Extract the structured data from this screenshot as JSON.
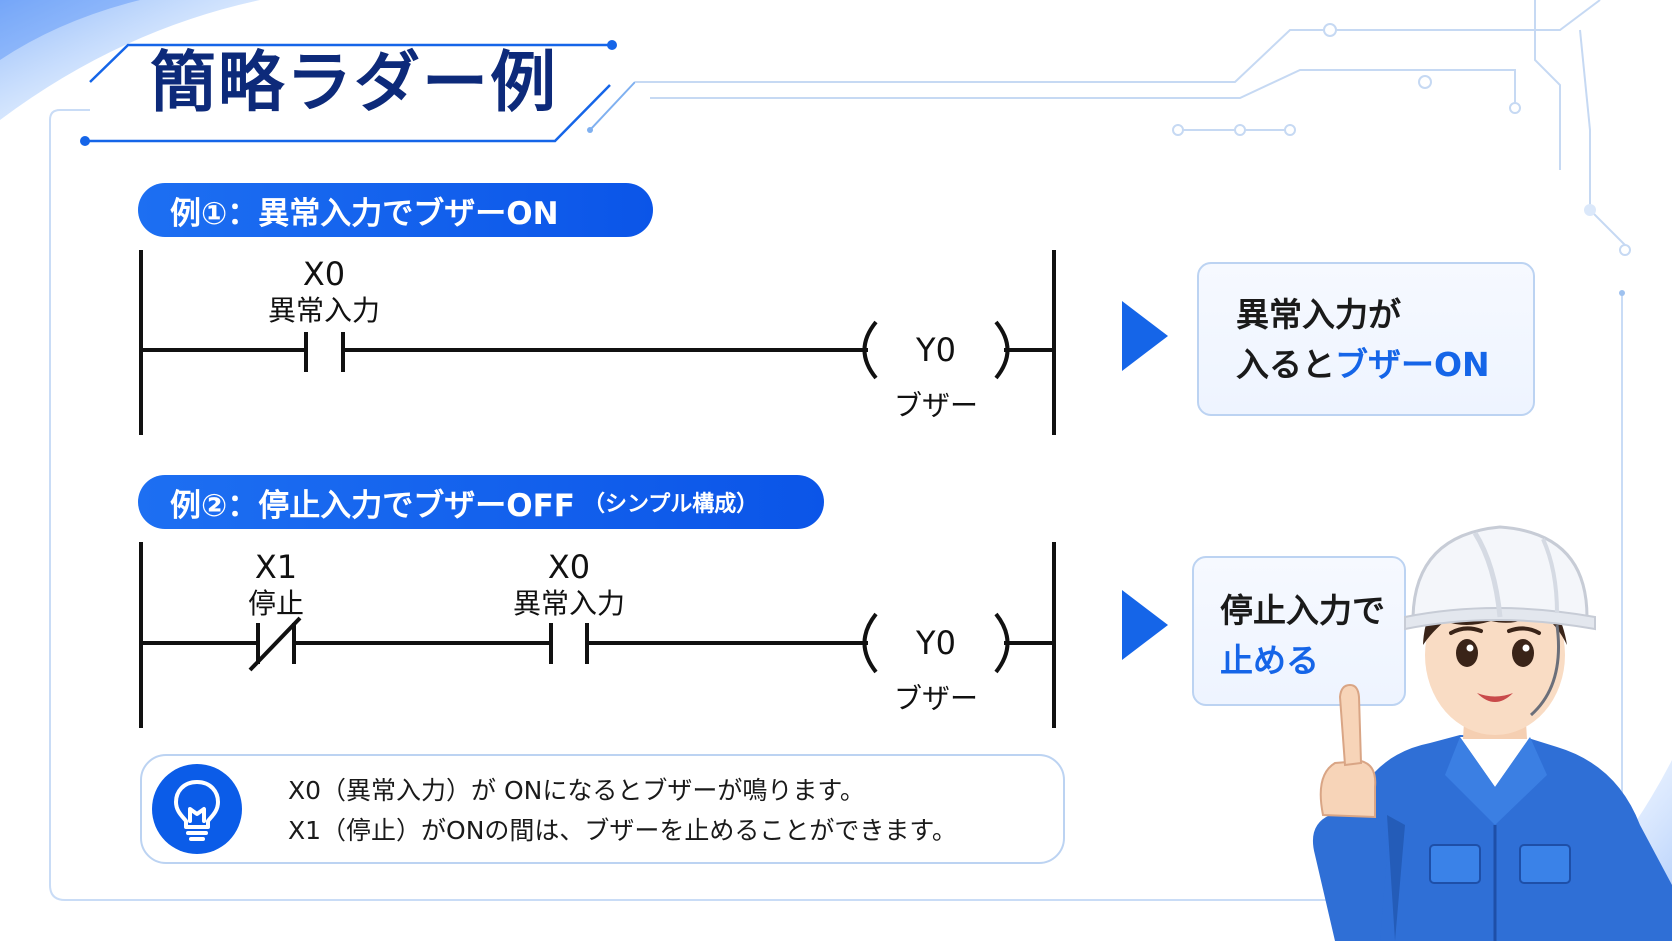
{
  "title": "簡略ラダー例",
  "colors": {
    "accent": "#1565e8",
    "title": "#0d2a7a",
    "line": "#111111"
  },
  "example1": {
    "heading": "例①：異常入力でブザーON",
    "contact": {
      "address": "X0",
      "name": "異常入力",
      "type": "normally-open"
    },
    "coil": {
      "address": "Y0",
      "name": "ブザー"
    },
    "result": {
      "line1": "異常入力が",
      "line2_prefix": "入ると",
      "line2_highlight": "ブザーON"
    }
  },
  "example2": {
    "heading": "例②：停止入力でブザーOFF",
    "heading_note": "（シンプル構成）",
    "contacts": [
      {
        "address": "X1",
        "name": "停止",
        "type": "normally-closed"
      },
      {
        "address": "X0",
        "name": "異常入力",
        "type": "normally-open"
      }
    ],
    "coil": {
      "address": "Y0",
      "name": "ブザー"
    },
    "result": {
      "line1": "停止入力で",
      "line2_highlight": "止める"
    }
  },
  "note": {
    "icon": "lightbulb-icon",
    "line1": "X0（異常入力）が ONになるとブザーが鳴ります。",
    "line2": "X1（停止）がONの間は、ブザーを止めることができます。"
  },
  "mascot": {
    "icon": "worker-with-helmet-illustration"
  }
}
